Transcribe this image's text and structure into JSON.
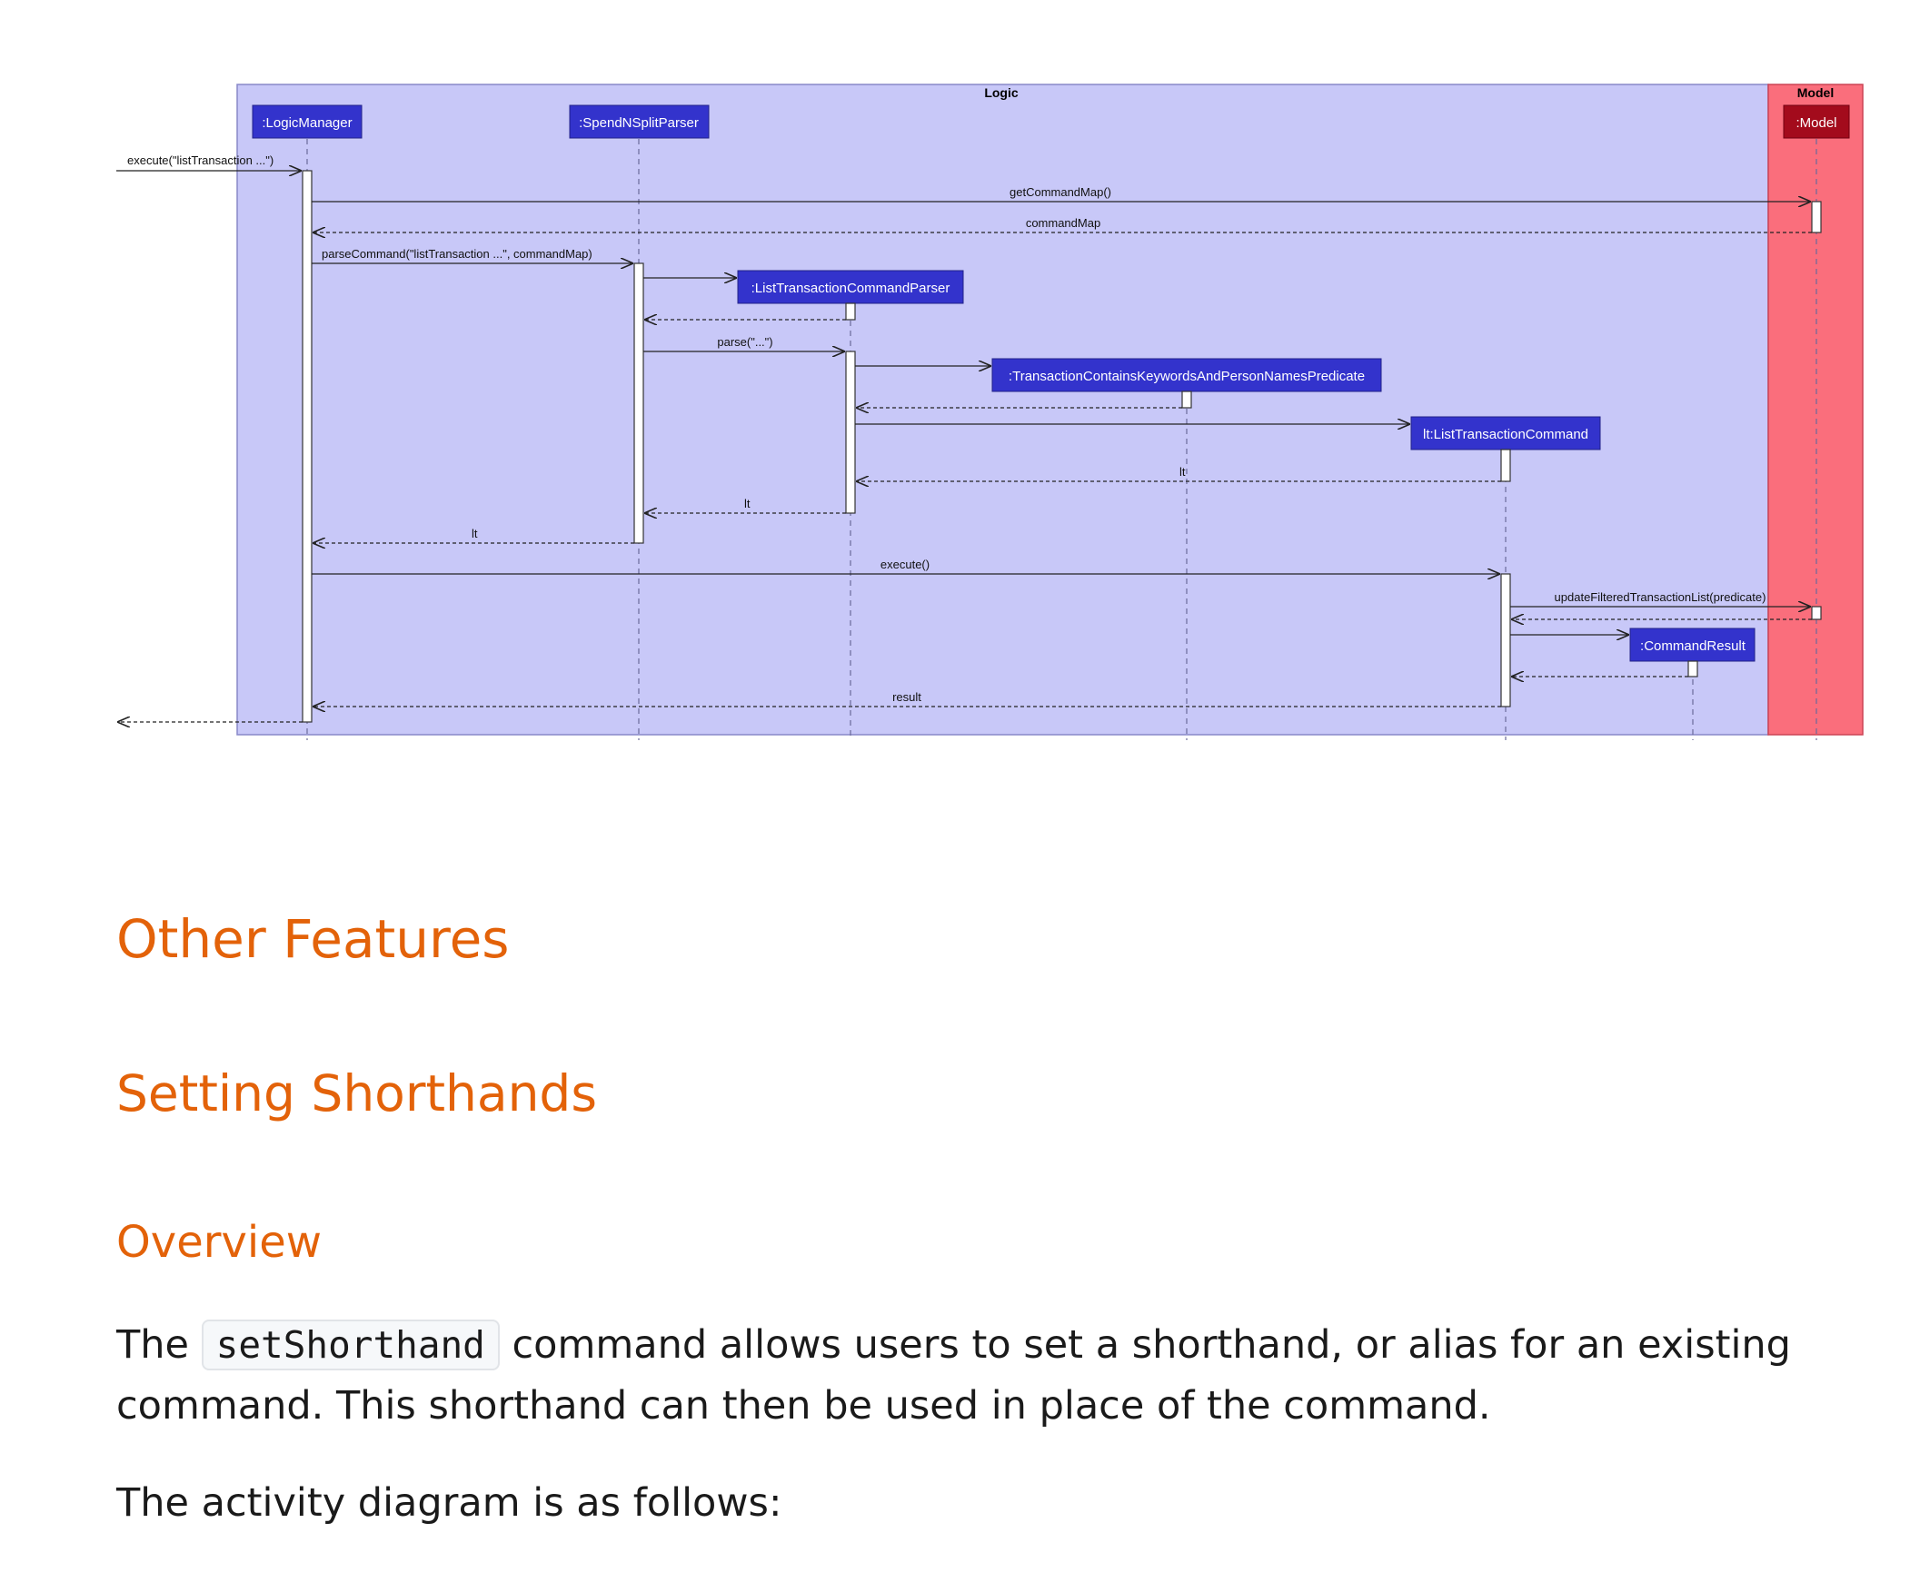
{
  "diagram": {
    "frames": {
      "logic": "Logic",
      "model": "Model"
    },
    "participants": {
      "logic_manager": ":LogicManager",
      "parser": ":SpendNSplitParser",
      "list_parser": ":ListTransactionCommandParser",
      "predicate": ":TransactionContainsKeywordsAndPersonNamesPredicate",
      "command": "lt:ListTransactionCommand",
      "result": ":CommandResult",
      "model": ":Model"
    },
    "messages": {
      "execute_call": "execute(\"listTransaction ...\")",
      "get_command_map": "getCommandMap()",
      "command_map": "commandMap",
      "parse_command": "parseCommand(\"listTransaction ...\", commandMap)",
      "parse": "parse(\"...\")",
      "lt_return_1": "lt",
      "lt_return_2": "lt",
      "lt_return_3": "lt",
      "execute": "execute()",
      "update_filtered": "updateFilteredTransactionList(predicate)",
      "result": "result"
    },
    "colors": {
      "logic_bg": "#c8c8f8",
      "model_bg": "#fa6e7c",
      "participant": "#3333cc",
      "model_participant": "#a30b1c"
    }
  },
  "headings": {
    "other_features": "Other Features",
    "setting_shorthands": "Setting Shorthands",
    "overview": "Overview"
  },
  "paragraph1": {
    "before": "The ",
    "code": "setShorthand",
    "after": " command allows users to set a shorthand, or alias for an existing command. This shorthand can then be used in place of the command."
  },
  "paragraph2": "The activity diagram is as follows:"
}
